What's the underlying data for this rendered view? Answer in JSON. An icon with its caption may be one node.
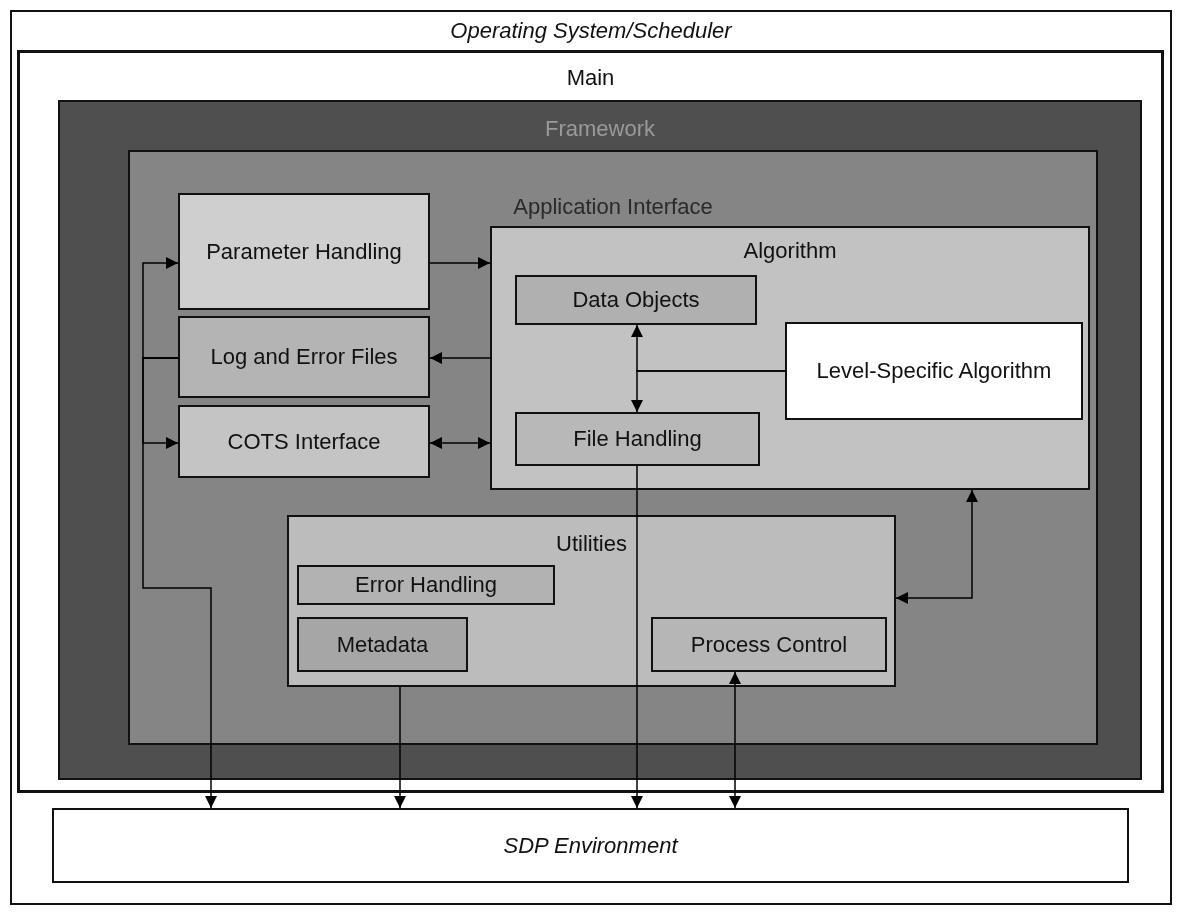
{
  "diagram": {
    "nodes": [
      {
        "text": [
          "Operating System/Scheduler"
        ]
      },
      {
        "text": [
          "Main"
        ],
        "in": 0
      },
      {
        "text": [
          "Framework"
        ],
        "in": 1
      },
      {
        "text": [
          "Application Interface"
        ],
        "in": 2
      },
      {
        "text": [
          "Parameter Handling"
        ],
        "in": 3
      },
      {
        "text": [
          "Log and Error Files"
        ],
        "in": 3
      },
      {
        "text": [
          "COTS Interface"
        ],
        "in": 3
      },
      {
        "text": [
          "Algorithm"
        ],
        "in": 3
      },
      {
        "text": [
          "Data Objects"
        ],
        "in": 7
      },
      {
        "text": [
          "Level-Specific Algorithm"
        ],
        "in": 7
      },
      {
        "text": [
          "File Handling"
        ],
        "in": 7
      },
      {
        "text": [
          "Utilities"
        ],
        "in": 3
      },
      {
        "text": [
          "Error Handling"
        ],
        "in": 11
      },
      {
        "text": [
          "Metadata"
        ],
        "in": 11
      },
      {
        "text": [
          "Process Control"
        ],
        "in": 11
      },
      {
        "text": [
          "SDP Environment"
        ],
        "in": 0
      }
    ],
    "edges": [
      {
        "from": 4,
        "to": 7,
        "arrow": "to"
      },
      {
        "from": 7,
        "to": 5,
        "arrow": "to"
      },
      {
        "from": 6,
        "to": 7,
        "arrow": "both"
      },
      {
        "from": 5,
        "to": 4,
        "arrow": "to"
      },
      {
        "from": 5,
        "to": 6,
        "arrow": "to"
      },
      {
        "from": 5,
        "to": 15,
        "arrow": "to"
      },
      {
        "from": 9,
        "to": 8,
        "arrow": "to"
      },
      {
        "from": 9,
        "to": 10,
        "arrow": "to"
      },
      {
        "from": 10,
        "to": 15,
        "arrow": "to"
      },
      {
        "from": 11,
        "to": 15,
        "arrow": "to"
      },
      {
        "from": 14,
        "to": 15,
        "arrow": "both"
      },
      {
        "from": 11,
        "to": 7,
        "arrow": "both"
      }
    ]
  }
}
